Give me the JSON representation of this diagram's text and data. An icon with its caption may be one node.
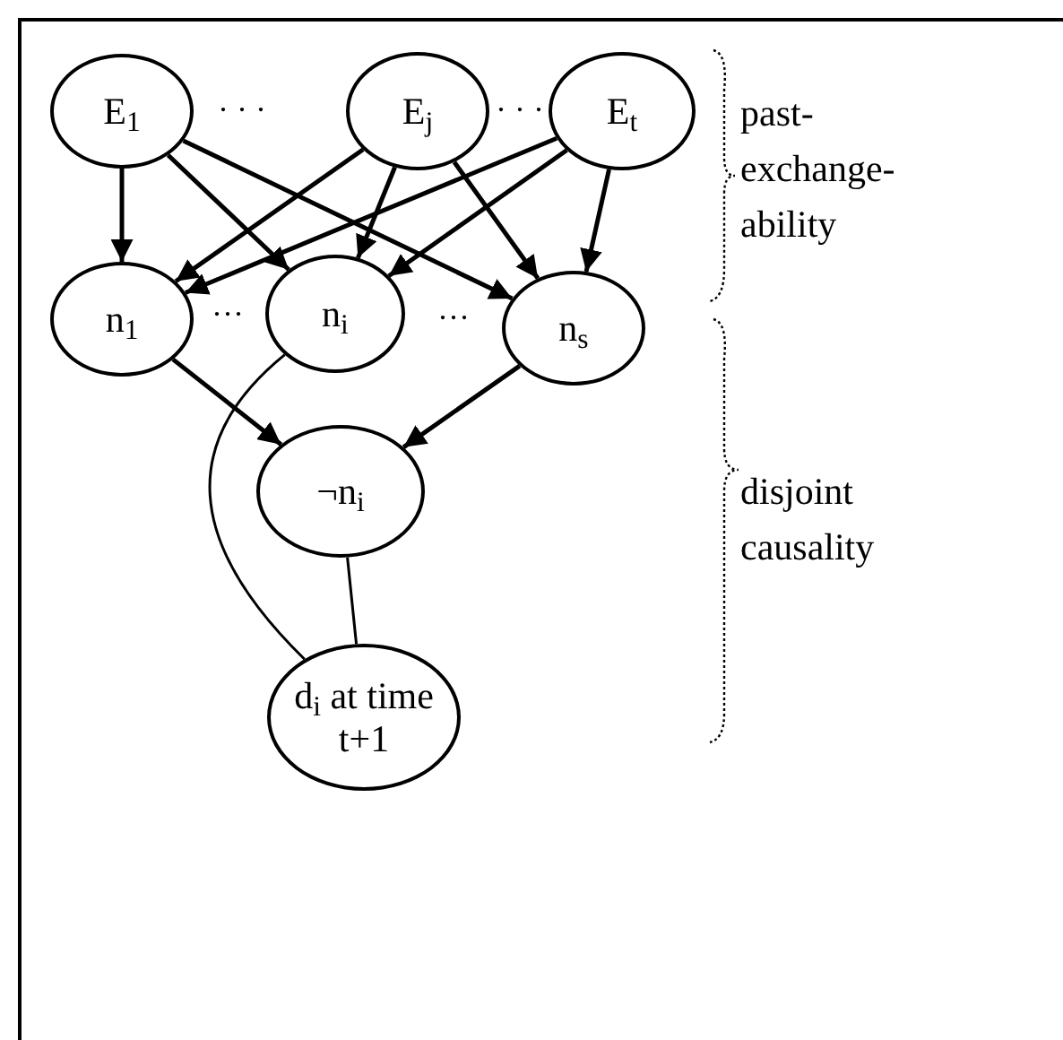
{
  "diagram": {
    "nodes": [
      {
        "text": [
          "E$_{1}$"
        ]
      },
      {
        "text": [
          "E$_{j}$"
        ]
      },
      {
        "text": [
          "E$_{t}$"
        ]
      },
      {
        "text": [
          "n$_{1}$"
        ]
      },
      {
        "text": [
          "n$_{i}$"
        ]
      },
      {
        "text": [
          "n$_{s}$"
        ]
      },
      {
        "text": [
          "¬n$_{i}$"
        ]
      },
      {
        "text": [
          "d$_{i}$ at time t+1"
        ]
      }
    ],
    "edges": [
      {
        "from": 0,
        "to": 3,
        "arrow": "to"
      },
      {
        "from": 0,
        "to": 4,
        "arrow": "to"
      },
      {
        "from": 0,
        "to": 5,
        "arrow": "to"
      },
      {
        "from": 1,
        "to": 3,
        "arrow": "to"
      },
      {
        "from": 1,
        "to": 4,
        "arrow": "to"
      },
      {
        "from": 1,
        "to": 5,
        "arrow": "to"
      },
      {
        "from": 2,
        "to": 3,
        "arrow": "to"
      },
      {
        "from": 2,
        "to": 4,
        "arrow": "to"
      },
      {
        "from": 2,
        "to": 5,
        "arrow": "to"
      },
      {
        "from": 3,
        "to": 6,
        "arrow": "to"
      },
      {
        "from": 5,
        "to": 6,
        "arrow": "to"
      },
      {
        "from": 6,
        "to": 7,
        "arrow": "none"
      },
      {
        "from": 4,
        "to": 7,
        "arrow": "none"
      }
    ],
    "labels": [
      "· · ·",
      "· · ·",
      "···",
      "···",
      "past- exchange- ability",
      "disjoint causality"
    ]
  }
}
